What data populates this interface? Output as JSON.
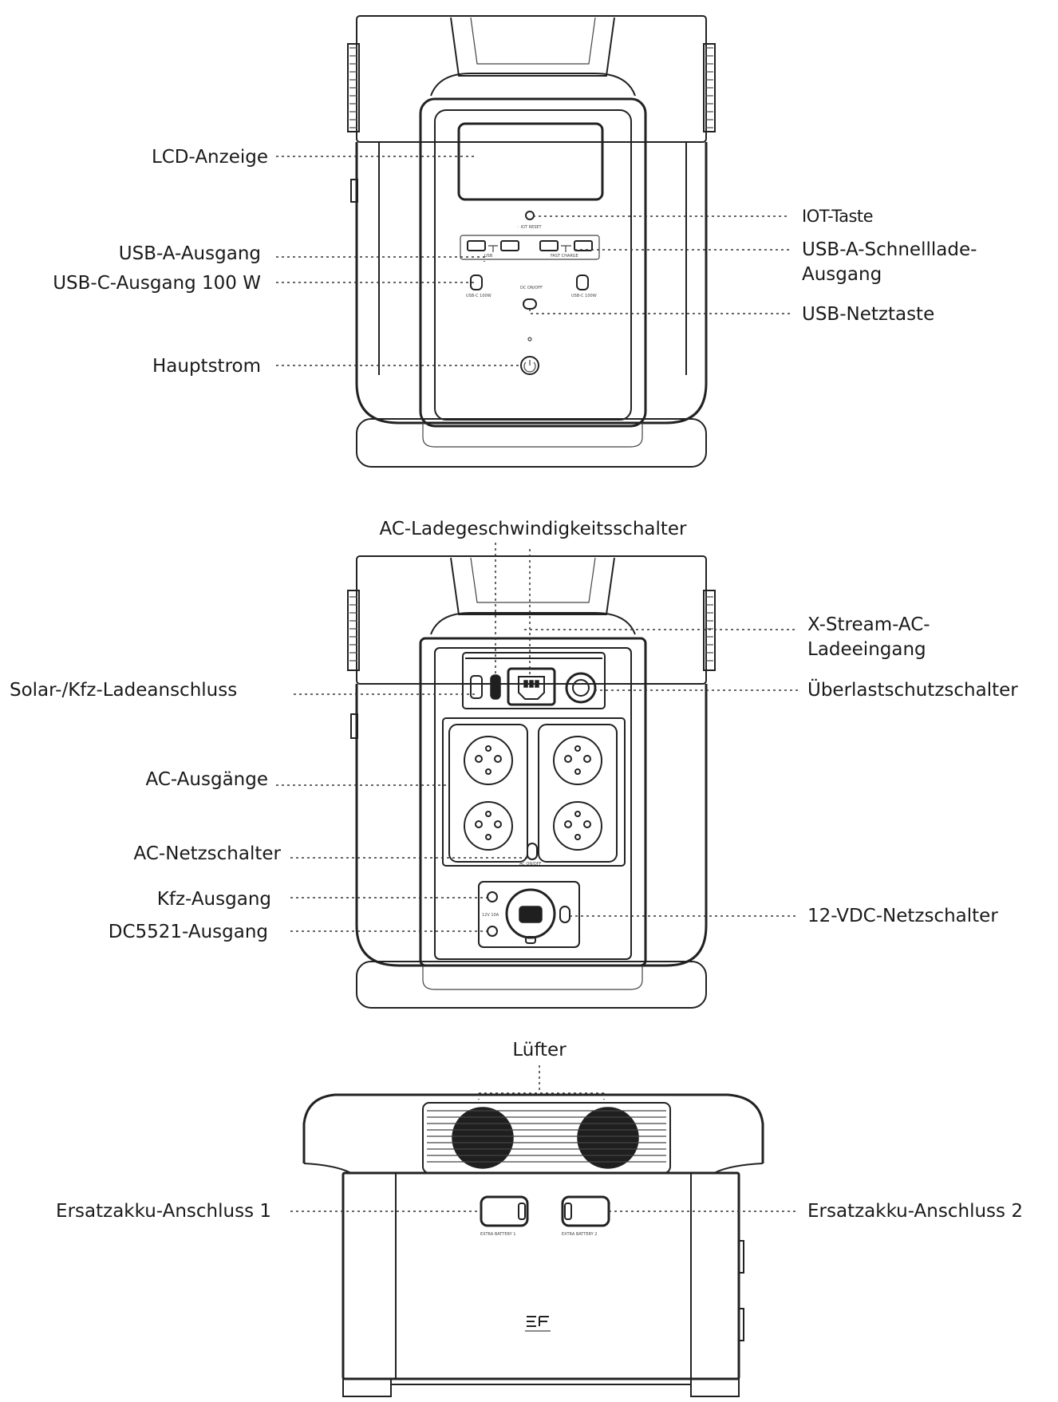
{
  "front_view": {
    "labels": {
      "lcd": "LCD-Anzeige",
      "iot_button": "IOT-Taste",
      "usb_a_out": "USB-A-Ausgang",
      "usb_a_fast_line1": "USB-A-Schnelllade-",
      "usb_a_fast_line2": "Ausgang",
      "usb_c_out": "USB-C-Ausgang 100 W",
      "usb_power": "USB-Netztaste",
      "main_power": "Hauptstrom"
    }
  },
  "rear_view": {
    "labels": {
      "ac_speed_switch": "AC-Ladegeschwindigkeitsschalter",
      "xstream_line1": "X-Stream-AC-",
      "xstream_line2": "Ladeeingang",
      "solar_port": "Solar-/Kfz-Ladeanschluss",
      "overload": "Überlastschutzschalter",
      "ac_outputs": "AC-Ausgänge",
      "ac_power": "AC-Netzschalter",
      "car_output": "Kfz-Ausgang",
      "dc5521": "DC5521-Ausgang",
      "vdc_switch": "12-VDC-Netzschalter"
    }
  },
  "side_view": {
    "labels": {
      "fan": "Lüfter",
      "battery_port_1": "Ersatzakku-Anschluss 1",
      "battery_port_2": "Ersatzakku-Anschluss 2"
    }
  },
  "icons": [
    "power-button-icon",
    "ac-socket-icon",
    "fan-icon",
    "ecoflow-logo-icon"
  ],
  "colors": {
    "line": "#222222",
    "text": "#1a1a1a",
    "background": "#ffffff"
  }
}
